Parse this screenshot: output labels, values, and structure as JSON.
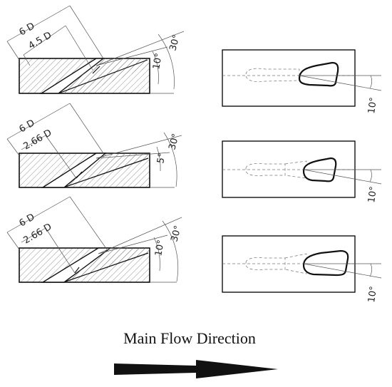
{
  "configs": [
    {
      "d_outer": "6 D",
      "d_inner": "4.5 D",
      "a_outer": "30°",
      "a_inner": "10°",
      "a_plan": "10°"
    },
    {
      "d_outer": "6 D",
      "d_inner": "2.66 D",
      "a_outer": "30°",
      "a_inner": "5°",
      "a_plan": "10°"
    },
    {
      "d_outer": "6 D",
      "d_inner": "2.66 D",
      "a_outer": "30°",
      "a_inner": "10°",
      "a_plan": "10°"
    }
  ],
  "caption": "Main Flow Direction",
  "colors": {
    "ink": "#111111",
    "hatch": "#777777"
  }
}
